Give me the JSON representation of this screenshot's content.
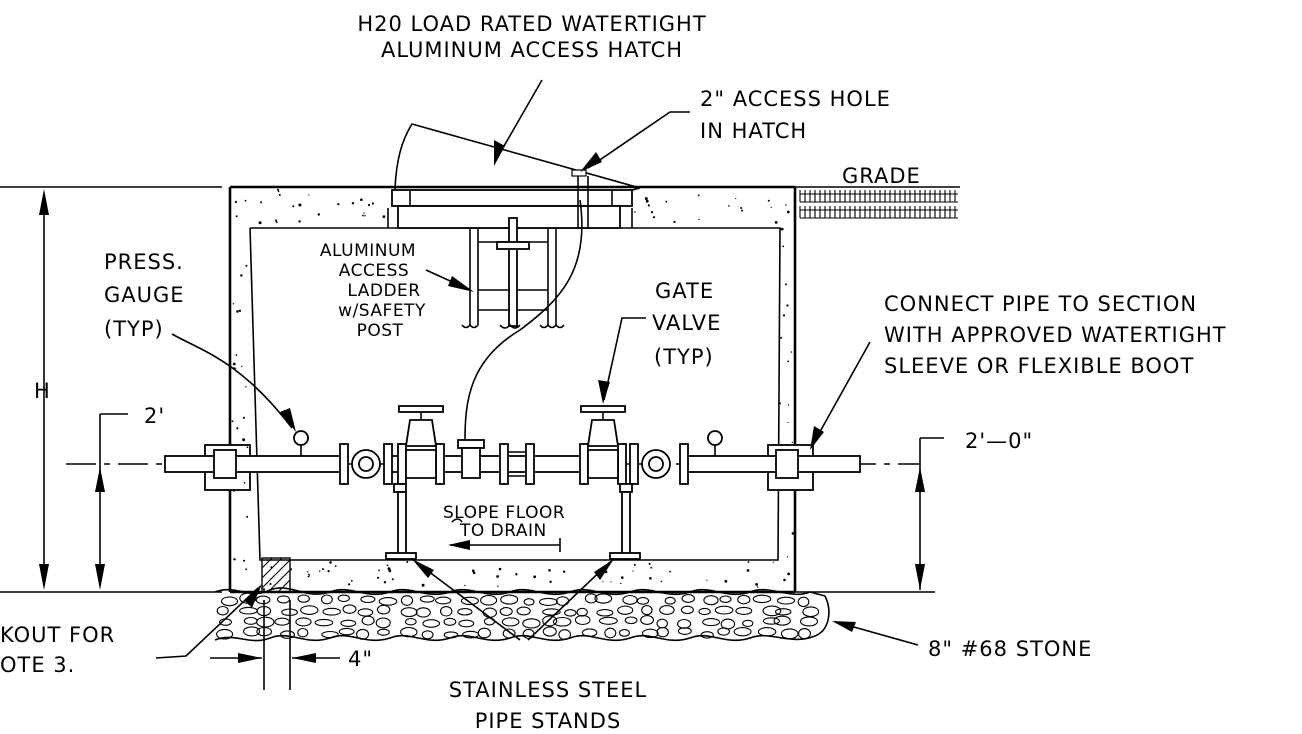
{
  "labels": {
    "hatch_line1": "H20 LOAD RATED WATERTIGHT",
    "hatch_line2": "ALUMINUM ACCESS HATCH",
    "hole_line1": "2\" ACCESS HOLE",
    "hole_line2": "IN HATCH",
    "grade": "GRADE",
    "ladder_line1": "ALUMINUM",
    "ladder_line2": "ACCESS",
    "ladder_line3": "LADDER",
    "ladder_line4": "w/SAFETY",
    "ladder_line5": "POST",
    "gauge_line1": "PRESS.",
    "gauge_line2": "GAUGE",
    "gauge_line3": "(TYP)",
    "valve_line1": "GATE",
    "valve_line2": "VALVE",
    "valve_line3": "(TYP)",
    "connect_line1": "CONNECT PIPE TO SECTION",
    "connect_line2": "WITH APPROVED WATERTIGHT",
    "connect_line3": "SLEEVE OR FLEXIBLE BOOT",
    "dim_h": "H",
    "dim_left_pipe": "2'",
    "dim_right_pipe": "2'—0\"",
    "slope_line1": "SLOPE FLOOR",
    "slope_line2": "TO DRAIN",
    "knockout_line1": "KOUT FOR",
    "knockout_line2": "OTE 3.",
    "dim_4in": "4\"",
    "stone": "8\"  #68 STONE",
    "stands_line1": "STAINLESS STEEL",
    "stands_line2": "PIPE STANDS"
  }
}
